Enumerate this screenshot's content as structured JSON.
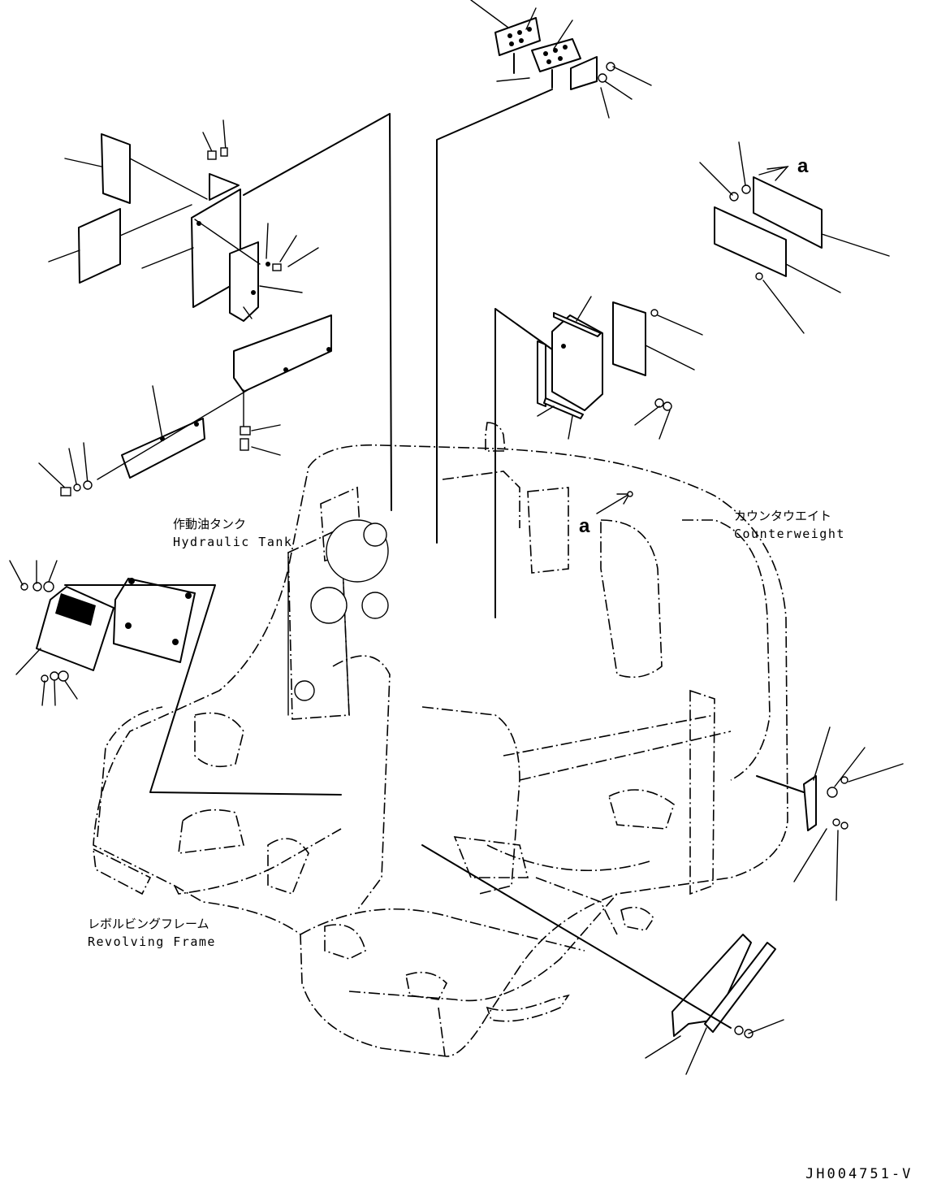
{
  "labels": {
    "hydraulic_tank_jp": "作動油タンク",
    "hydraulic_tank_en": "Hydraulic Tank",
    "counterweight_jp": "カウンタウエイト",
    "counterweight_en": "Counterweight",
    "revolving_frame_jp": "レボルビングフレーム",
    "revolving_frame_en": "Revolving Frame"
  },
  "markers": {
    "a_top": "a",
    "a_frame": "a"
  },
  "drawing_code": "JH004751-V"
}
